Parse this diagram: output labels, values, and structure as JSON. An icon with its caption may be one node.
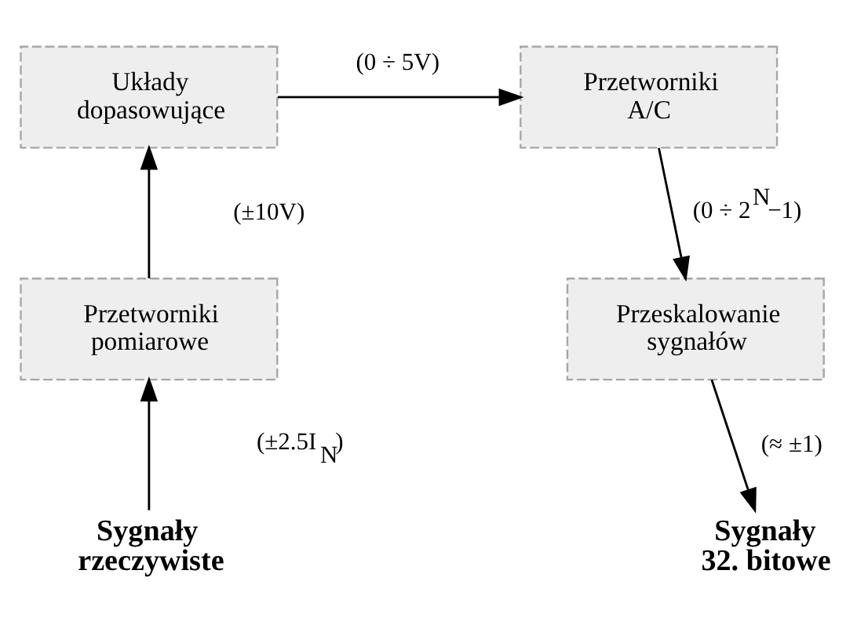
{
  "diagram": {
    "nodes": [
      {
        "text": [
          "Układy dopasowujące"
        ]
      },
      {
        "text": [
          "Przetworniki A/C"
        ]
      },
      {
        "text": [
          "Przetworniki pomiarowe"
        ]
      },
      {
        "text": [
          "Przeskalowanie sygnałów"
        ]
      },
      {
        "text": [
          "Sygnały rzeczywiste"
        ]
      },
      {
        "text": [
          "Sygnały 32. bitowe"
        ]
      }
    ],
    "edges": [
      {
        "from": 4,
        "to": 2,
        "arrow": "to",
        "label": "(±2.5I$_{N}$)"
      },
      {
        "from": 2,
        "to": 0,
        "arrow": "to",
        "label": "(±10V)"
      },
      {
        "from": 0,
        "to": 1,
        "arrow": "to",
        "label": "(0 ÷ 5V)"
      },
      {
        "from": 1,
        "to": 3,
        "arrow": "to",
        "label": "(0 ÷ 2$^{N}$−1)"
      },
      {
        "from": 3,
        "to": 5,
        "arrow": "to",
        "label": "(≈ ±1)"
      }
    ]
  }
}
